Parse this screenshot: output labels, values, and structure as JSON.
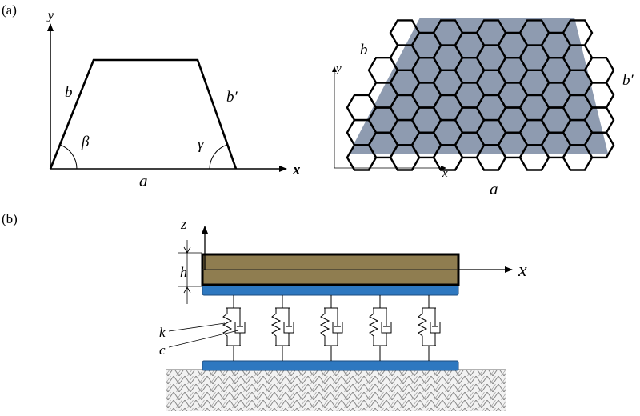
{
  "panel_a": {
    "label": "(a)",
    "trapezoid": {
      "axis_x": "x",
      "axis_y": "y",
      "side_left": "b",
      "side_right": "b′",
      "base": "a",
      "angle_left": "β",
      "angle_right": "γ"
    },
    "honeycomb": {
      "side_left": "b",
      "side_right": "b′",
      "base": "a",
      "axis_x": "x",
      "axis_y": "y",
      "fill_color": "#8e9bb0"
    }
  },
  "panel_b": {
    "label": "(b)",
    "axis_z": "z",
    "axis_x": "x",
    "thickness": "h",
    "spring": "k",
    "damper": "c",
    "plate_color": "#8f7d50",
    "foundation_color": "#2e78c0"
  }
}
